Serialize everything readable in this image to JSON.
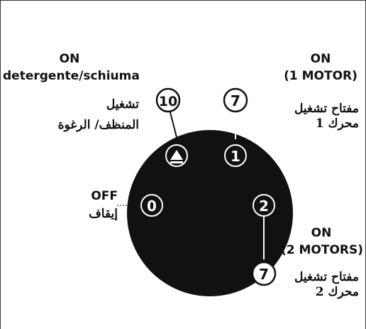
{
  "dial": {
    "positions": [
      {
        "key": "off",
        "glyph": "0"
      },
      {
        "key": "motor1",
        "glyph": "1"
      },
      {
        "key": "motor2",
        "glyph": "2"
      },
      {
        "key": "foam",
        "glyph": "icon:foam-drop"
      }
    ],
    "callouts": {
      "foam": "10",
      "motor1": "7",
      "motor2": "7"
    }
  },
  "labels": {
    "foam": {
      "line1": "ON",
      "line2": "detergente/schiuma",
      "line3": "تشغيل",
      "line4": "المنظف/ الرغوة"
    },
    "motor1": {
      "line1": "ON",
      "line2": "(1 MOTOR)",
      "line3": "مفتاح تشغيل",
      "line4": "1 محرك"
    },
    "off": {
      "line1": "OFF",
      "line2": "إيقاف"
    },
    "motor2": {
      "line1": "ON",
      "line2": "(2 MOTORS)",
      "line3": "مفتاح تشغيل",
      "line4": "2 محرك"
    }
  },
  "colors": {
    "dial": "#111111",
    "ring": "#ffffff",
    "text": "#111111"
  }
}
